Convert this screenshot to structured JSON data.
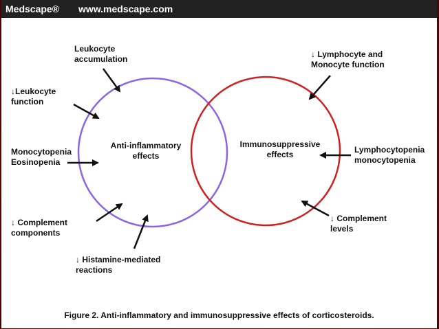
{
  "header": {
    "brand": "Medscape®",
    "url": "www.medscape.com"
  },
  "diagram": {
    "left_circle": {
      "title_line1": "Anti-inflammatory",
      "title_line2": "effects",
      "color": "#8a66e0"
    },
    "right_circle": {
      "title_line1": "Immunosuppressive",
      "title_line2": "effects",
      "color": "#cc2222"
    },
    "labels": {
      "leukocyte_accumulation_1": "Leukocyte",
      "leukocyte_accumulation_2": "accumulation",
      "leukocyte_function_1": "↓Leukocyte",
      "leukocyte_function_2": "function",
      "monocytopenia_1": "Monocytopenia",
      "monocytopenia_2": "Eosinopenia",
      "complement_components_1": "↓ Complement",
      "complement_components_2": "components",
      "histamine_1": "↓ Histamine-mediated",
      "histamine_2": "reactions",
      "lymphocyte_function_1": "↓ Lymphocyte and",
      "lymphocyte_function_2": "Monocyte function",
      "lymphocytopenia_1": "Lymphocytopenia",
      "lymphocytopenia_2": "monocytopenia",
      "complement_levels_1": "↓ Complement",
      "complement_levels_2": "levels"
    }
  },
  "caption": "Figure 2. Anti-inflammatory and immunosuppressive effects of corticosteroids."
}
